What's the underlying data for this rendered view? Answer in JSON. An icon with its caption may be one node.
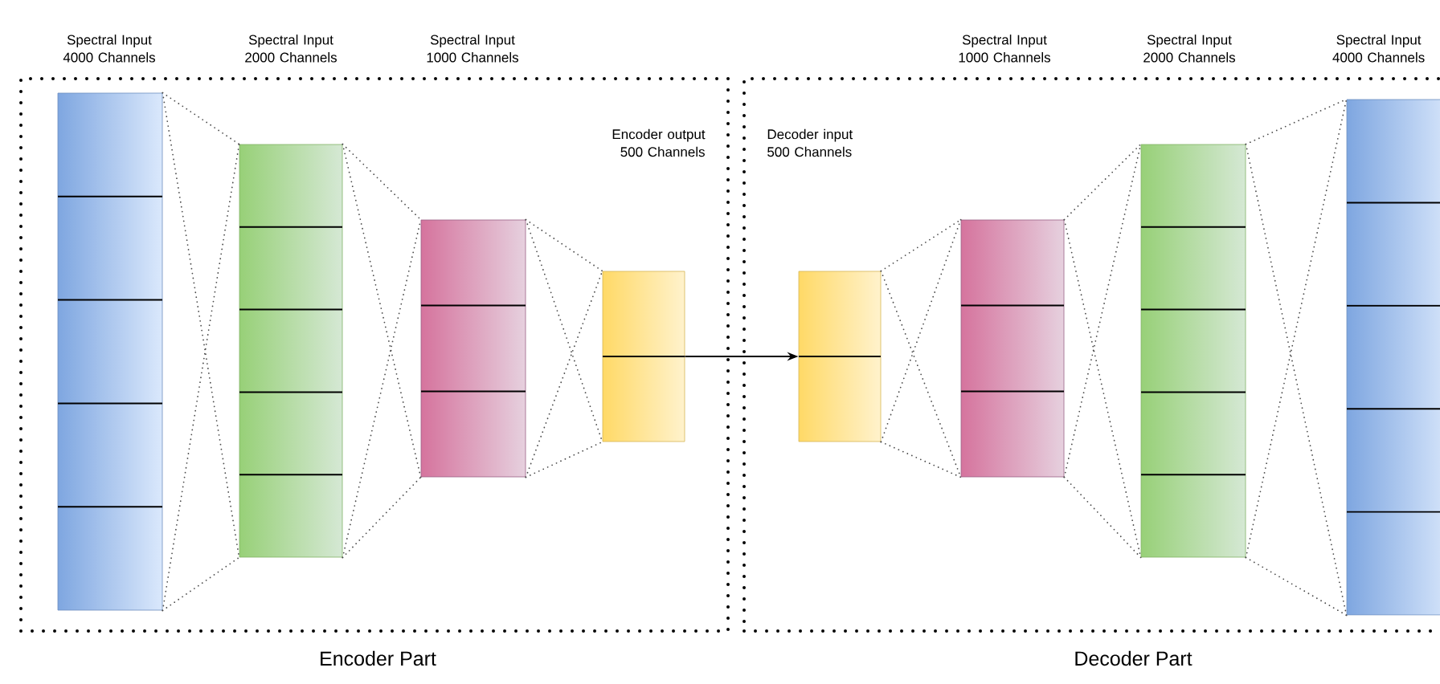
{
  "diagram": {
    "nodes": [
      {
        "text": [
          "Encoder Part"
        ]
      },
      {
        "text": [],
        "shape": "bar",
        "in": 0
      },
      {
        "text": [],
        "shape": "bar",
        "in": 0
      },
      {
        "text": [],
        "shape": "bar",
        "in": 0
      },
      {
        "text": [],
        "shape": "bar",
        "in": 0
      },
      {
        "text": [
          "Decoder Part"
        ]
      },
      {
        "text": [],
        "shape": "bar",
        "in": 5
      },
      {
        "text": [],
        "shape": "bar",
        "in": 5
      },
      {
        "text": [],
        "shape": "bar",
        "in": 5
      },
      {
        "text": [],
        "shape": "bar",
        "in": 5
      }
    ],
    "edges": [
      {
        "from": 1,
        "to": 2,
        "arrow": "none",
        "style": "dashed"
      },
      {
        "from": 1,
        "to": 2,
        "arrow": "none",
        "style": "dashed"
      },
      {
        "from": 1,
        "to": 2,
        "arrow": "none",
        "style": "dashed"
      },
      {
        "from": 1,
        "to": 2,
        "arrow": "none",
        "style": "dashed"
      },
      {
        "from": 2,
        "to": 3,
        "arrow": "none",
        "style": "dashed"
      },
      {
        "from": 2,
        "to": 3,
        "arrow": "none",
        "style": "dashed"
      },
      {
        "from": 2,
        "to": 3,
        "arrow": "none",
        "style": "dashed"
      },
      {
        "from": 2,
        "to": 3,
        "arrow": "none",
        "style": "dashed"
      },
      {
        "from": 3,
        "to": 4,
        "arrow": "none",
        "style": "dashed"
      },
      {
        "from": 3,
        "to": 4,
        "arrow": "none",
        "style": "dashed"
      },
      {
        "from": 3,
        "to": 4,
        "arrow": "none",
        "style": "dashed"
      },
      {
        "from": 3,
        "to": 4,
        "arrow": "none",
        "style": "dashed"
      },
      {
        "from": 4,
        "to": 6,
        "arrow": "to"
      },
      {
        "from": 6,
        "to": 7,
        "arrow": "none",
        "style": "dashed"
      },
      {
        "from": 6,
        "to": 7,
        "arrow": "none",
        "style": "dashed"
      },
      {
        "from": 6,
        "to": 7,
        "arrow": "none",
        "style": "dashed"
      },
      {
        "from": 6,
        "to": 7,
        "arrow": "none",
        "style": "dashed"
      },
      {
        "from": 7,
        "to": 8,
        "arrow": "none",
        "style": "dashed"
      },
      {
        "from": 7,
        "to": 8,
        "arrow": "none",
        "style": "dashed"
      },
      {
        "from": 7,
        "to": 8,
        "arrow": "none",
        "style": "dashed"
      },
      {
        "from": 7,
        "to": 8,
        "arrow": "none",
        "style": "dashed"
      },
      {
        "from": 8,
        "to": 9,
        "arrow": "none",
        "style": "dashed"
      },
      {
        "from": 8,
        "to": 9,
        "arrow": "none",
        "style": "dashed"
      },
      {
        "from": 8,
        "to": 9,
        "arrow": "none",
        "style": "dashed"
      },
      {
        "from": 8,
        "to": 9,
        "arrow": "none",
        "style": "dashed"
      }
    ],
    "labels": [
      "Spectral Input 4000 Channels",
      "Spectral Input 2000 Channels",
      "Spectral Input 1000 Channels",
      "Spectral Input 1000 Channels",
      "Spectral Input 2000 Channels",
      "Spectral Input 4000 Channels",
      "Encoder output 500 Channels",
      "Decoder input 500 Channels"
    ]
  }
}
